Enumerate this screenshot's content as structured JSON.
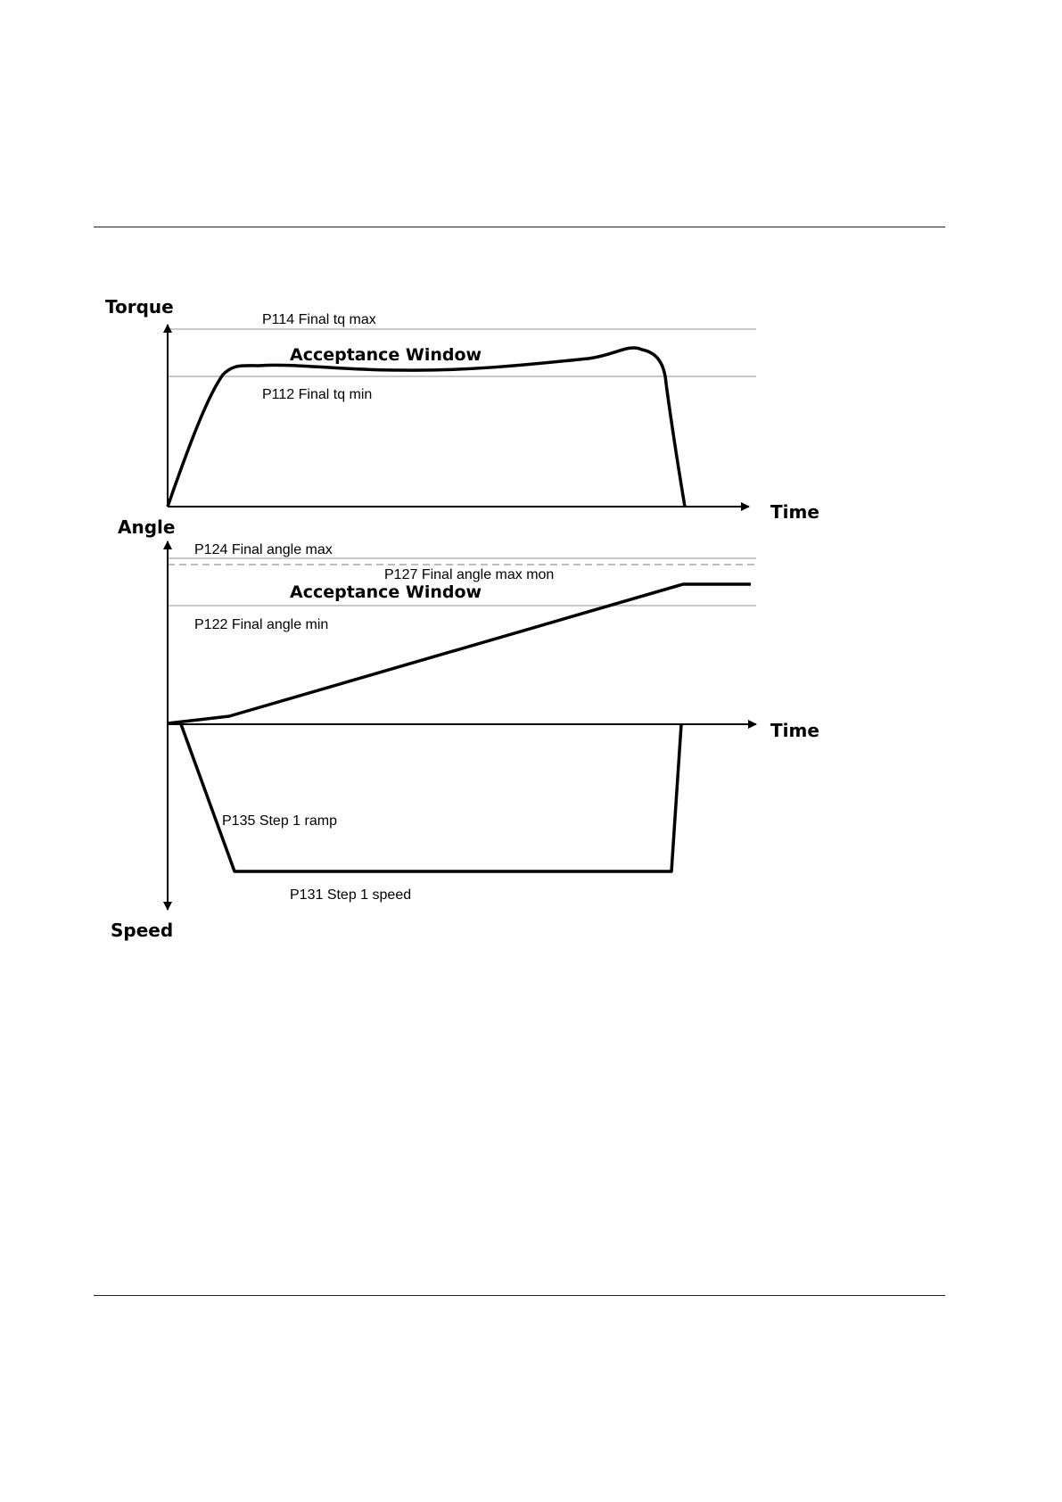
{
  "torque_panel": {
    "y_axis_label": "Torque",
    "x_axis_label": "Time",
    "window_label": "Acceptance Window",
    "upper_limit_label": "P114 Final tq max",
    "lower_limit_label": "P112 Final tq min"
  },
  "angle_panel": {
    "y_axis_label": "Angle",
    "x_axis_label": "Time",
    "window_label": "Acceptance Window",
    "upper_limit_label": "P124 Final angle max",
    "monitor_limit_label": "P127 Final angle max mon",
    "lower_limit_label": "P122 Final angle min"
  },
  "speed_panel": {
    "y_axis_label": "Speed",
    "ramp_label": "P135 Step 1 ramp",
    "speed_label": "P131 Step 1 speed"
  },
  "colors": {
    "curve": "#000000",
    "limit_line": "#c8c8c8",
    "monitor_line": "#bdbdbd"
  }
}
